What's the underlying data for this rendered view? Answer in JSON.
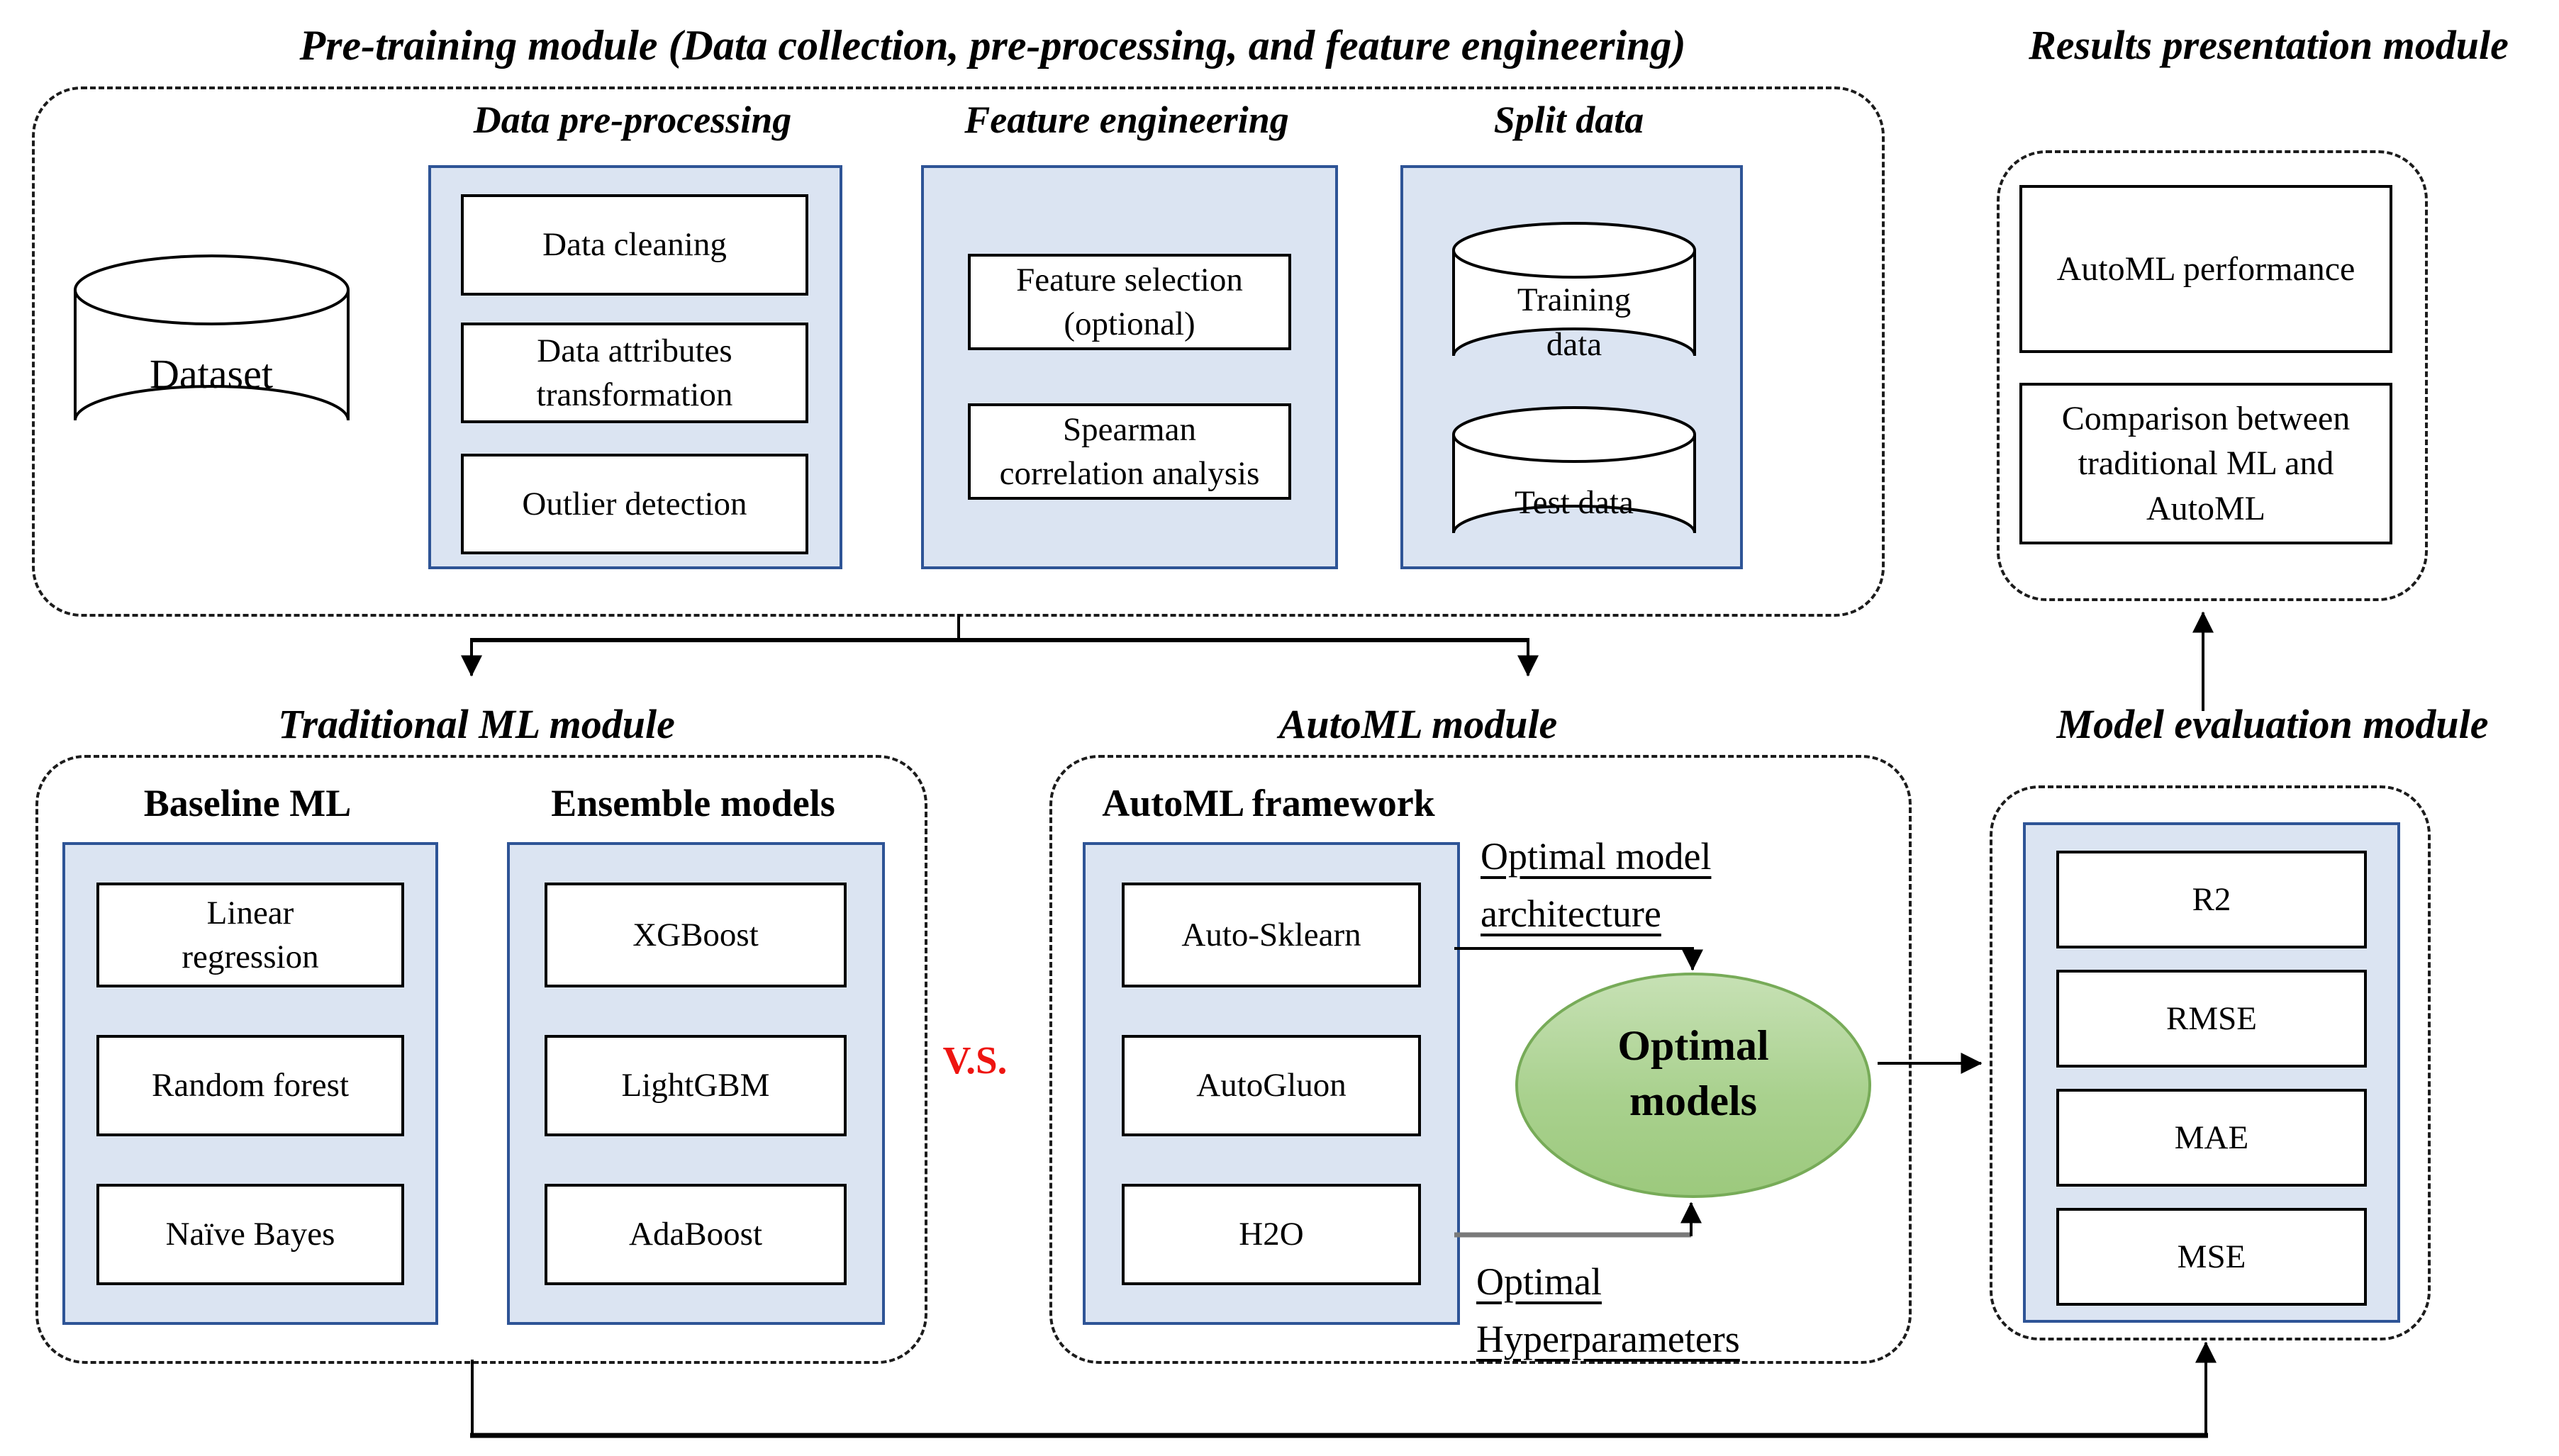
{
  "colors": {
    "panel-fill": "#dbe4f2",
    "panel-border": "#2e5496",
    "green-fill": "#a9d18e",
    "green-fill-light": "#c7e1b5",
    "green-border": "#77ab58",
    "vs-red": "#ee1511",
    "line": "#000000"
  },
  "titles": {
    "pretraining": "Pre-training module (Data collection, pre-processing, and feature engineering)",
    "results_presentation": "Results presentation module",
    "traditional_ml": "Traditional ML module",
    "automl": "AutoML module",
    "model_evaluation": "Model evaluation module"
  },
  "pretraining": {
    "dataset_label": "Dataset",
    "preprocessing": {
      "heading": "Data pre-processing",
      "items": [
        "Data cleaning",
        "Data attributes\ntransformation",
        "Outlier detection"
      ]
    },
    "feature_engineering": {
      "heading": "Feature engineering",
      "items": [
        "Feature selection\n(optional)",
        "Spearman\ncorrelation analysis"
      ]
    },
    "split_data": {
      "heading": "Split data",
      "cylinders": [
        "Training\ndata",
        "Test data"
      ]
    }
  },
  "traditional_ml": {
    "baseline": {
      "heading": "Baseline ML",
      "items": [
        "Linear\nregression",
        "Random forest",
        "Naïve Bayes"
      ]
    },
    "ensemble": {
      "heading": "Ensemble models",
      "items": [
        "XGBoost",
        "LightGBM",
        "AdaBoost"
      ]
    }
  },
  "vs_label": "V.S.",
  "automl_module": {
    "framework_heading": "AutoML framework",
    "frameworks": [
      "Auto-Sklearn",
      "AutoGluon",
      "H2O"
    ],
    "optimal_architecture_label": "Optimal model\narchitecture",
    "optimal_hyperparameters_label": "Optimal\nHyperparameters",
    "optimal_models_label": "Optimal\nmodels"
  },
  "model_evaluation": {
    "metrics": [
      "R2",
      "RMSE",
      "MAE",
      "MSE"
    ]
  },
  "results_presentation": {
    "items": [
      "AutoML performance",
      "Comparison between\ntraditional ML and\nAutoML"
    ]
  }
}
